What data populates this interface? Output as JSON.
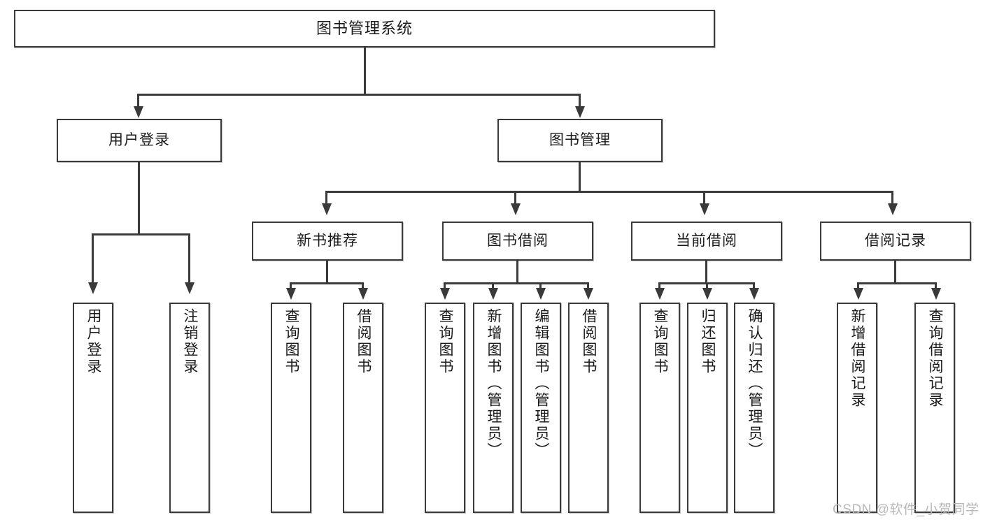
{
  "diagram": {
    "title": "图书管理系统",
    "watermark": "CSDN @软件_小贺同学",
    "colors": {
      "stroke": "#3a3a3a",
      "box_fill": "#ffffff",
      "text": "#1a1a1a",
      "watermark": "#b8b8b8",
      "background": "#ffffff"
    },
    "type": "tree-hierarchy-diagram",
    "levels": 4
  },
  "nodes": {
    "root": {
      "label": "图书管理系统"
    },
    "level2": [
      {
        "id": "user-login",
        "label": "用户登录"
      },
      {
        "id": "book-management",
        "label": "图书管理"
      }
    ],
    "level3": [
      {
        "id": "new-book-recommend",
        "label": "新书推荐"
      },
      {
        "id": "book-borrow",
        "label": "图书借阅"
      },
      {
        "id": "current-borrow",
        "label": "当前借阅"
      },
      {
        "id": "borrow-record",
        "label": "借阅记录"
      }
    ],
    "leaves": {
      "user_login": [
        {
          "id": "leaf-user-login",
          "label": "用户登录"
        },
        {
          "id": "leaf-logout-login",
          "label": "注销登录"
        }
      ],
      "new_book_recommend": [
        {
          "id": "leaf-query-book-1",
          "label": "查询图书"
        },
        {
          "id": "leaf-borrow-book-1",
          "label": "借阅图书"
        }
      ],
      "book_borrow": [
        {
          "id": "leaf-query-book-2",
          "label": "查询图书"
        },
        {
          "id": "leaf-add-book",
          "label": "新增图书（管理员）"
        },
        {
          "id": "leaf-edit-book",
          "label": "编辑图书（管理员）"
        },
        {
          "id": "leaf-borrow-book-2",
          "label": "借阅图书"
        }
      ],
      "current_borrow": [
        {
          "id": "leaf-query-book-3",
          "label": "查询图书"
        },
        {
          "id": "leaf-return-book",
          "label": "归还图书"
        },
        {
          "id": "leaf-confirm-return",
          "label": "确认归还（管理员）"
        }
      ],
      "borrow_record": [
        {
          "id": "leaf-add-record",
          "label": "新增借阅记录"
        },
        {
          "id": "leaf-query-record",
          "label": "查询借阅记录"
        }
      ]
    }
  }
}
